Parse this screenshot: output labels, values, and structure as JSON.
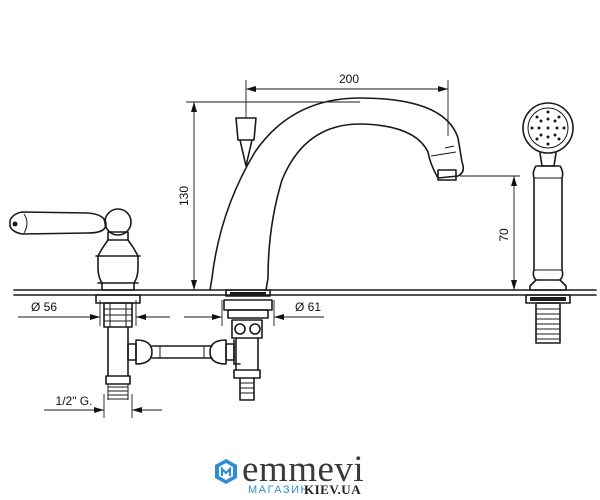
{
  "dimensions": {
    "spout_reach": "200",
    "spout_height": "130",
    "hand_shower_height": "70",
    "left_hole_diameter": "Ø 56",
    "center_hole_diameter": "Ø 61",
    "connection_thread": "1/2\" G."
  },
  "logo": {
    "brand": "emmevi",
    "shop_label": "МАГАЗИН",
    "site": "KIEV.UA",
    "brand_color": "#3a3a3a",
    "accent_color": "#2c8fd6"
  }
}
